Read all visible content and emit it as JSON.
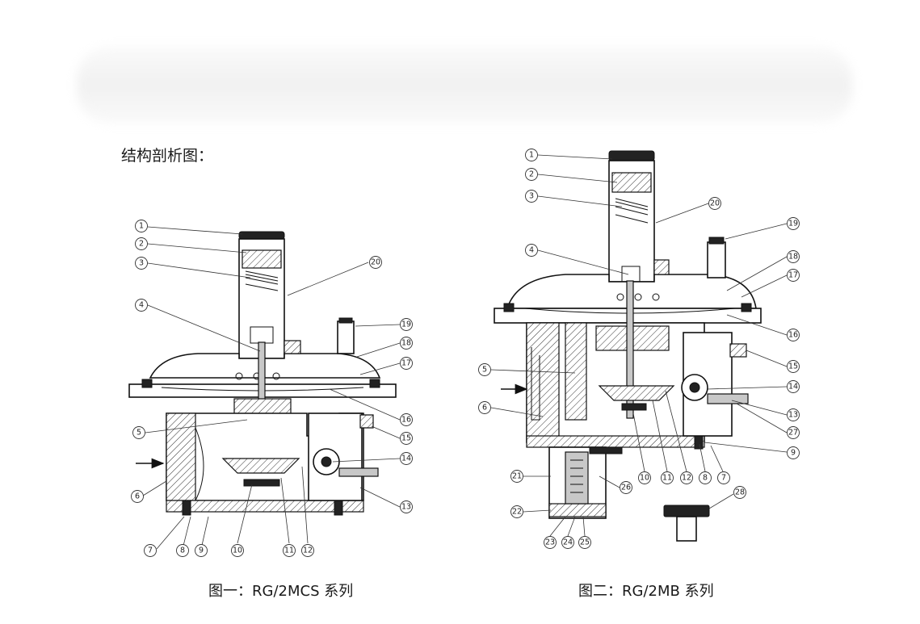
{
  "heading": "结构剖析图：",
  "figure1": {
    "caption": "图一：RG/2MCS 系列",
    "callouts": [
      "1",
      "2",
      "3",
      "4",
      "5",
      "6",
      "7",
      "8",
      "9",
      "10",
      "11",
      "12",
      "13",
      "14",
      "15",
      "16",
      "17",
      "18",
      "19",
      "20"
    ]
  },
  "figure2": {
    "caption": "图二：RG/2MB 系列",
    "callouts": [
      "1",
      "2",
      "3",
      "4",
      "5",
      "6",
      "7",
      "8",
      "9",
      "10",
      "11",
      "12",
      "13",
      "14",
      "15",
      "16",
      "17",
      "18",
      "19",
      "20",
      "21",
      "22",
      "23",
      "24",
      "25",
      "26",
      "27",
      "28"
    ]
  }
}
